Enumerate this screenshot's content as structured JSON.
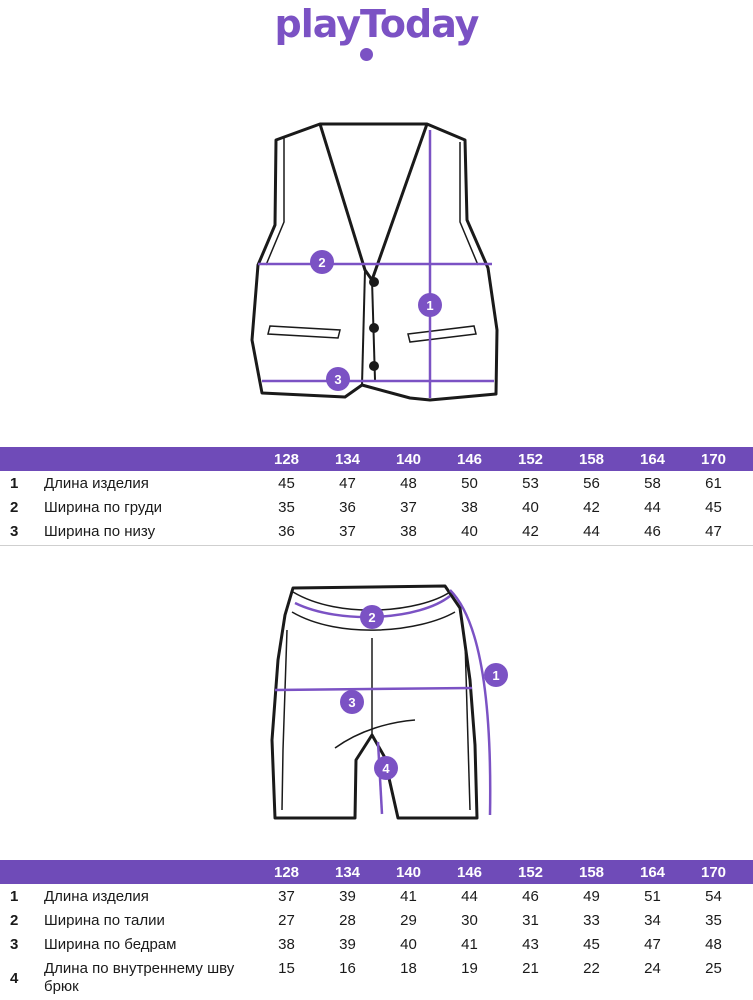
{
  "brand": {
    "logo_text": "playToday",
    "color": "#7b52c4"
  },
  "vest_table": {
    "sizes": [
      "128",
      "134",
      "140",
      "146",
      "152",
      "158",
      "164",
      "170"
    ],
    "rows": [
      {
        "num": "1",
        "label": "Длина изделия",
        "values": [
          "45",
          "47",
          "48",
          "50",
          "53",
          "56",
          "58",
          "61"
        ]
      },
      {
        "num": "2",
        "label": "Ширина по груди",
        "values": [
          "35",
          "36",
          "37",
          "38",
          "40",
          "42",
          "44",
          "45"
        ]
      },
      {
        "num": "3",
        "label": "Ширина по низу",
        "values": [
          "36",
          "37",
          "38",
          "40",
          "42",
          "44",
          "46",
          "47"
        ]
      }
    ]
  },
  "shorts_table": {
    "sizes": [
      "128",
      "134",
      "140",
      "146",
      "152",
      "158",
      "164",
      "170"
    ],
    "rows": [
      {
        "num": "1",
        "label": "Длина изделия",
        "values": [
          "37",
          "39",
          "41",
          "44",
          "46",
          "49",
          "51",
          "54"
        ]
      },
      {
        "num": "2",
        "label": "Ширина по талии",
        "values": [
          "27",
          "28",
          "29",
          "30",
          "31",
          "33",
          "34",
          "35"
        ]
      },
      {
        "num": "3",
        "label": "Ширина по бедрам",
        "values": [
          "38",
          "39",
          "40",
          "41",
          "43",
          "45",
          "47",
          "48"
        ]
      },
      {
        "num": "4",
        "label": "Длина по внутреннему шву брюк",
        "values": [
          "15",
          "16",
          "18",
          "19",
          "21",
          "22",
          "24",
          "25"
        ]
      }
    ]
  },
  "vest_markers": [
    "1",
    "2",
    "3"
  ],
  "shorts_markers": [
    "1",
    "2",
    "3",
    "4"
  ],
  "colors": {
    "accent": "#7b52c4",
    "header_bg": "#6f4bb8",
    "outline": "#1a1a1a"
  }
}
